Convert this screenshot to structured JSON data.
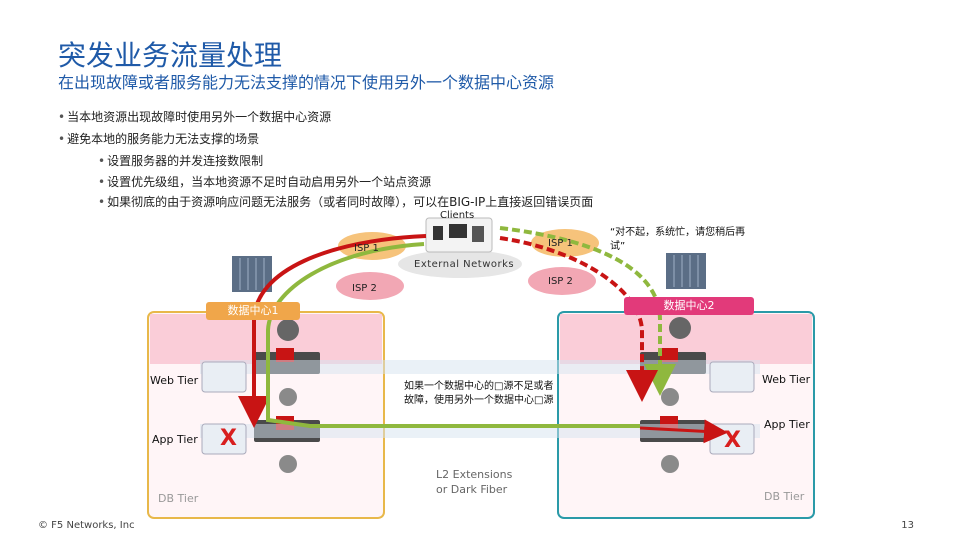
{
  "slide": {
    "title": "突发业务流量处理",
    "subtitle": "在出现故障或者服务能力无法支撑的情况下使用另外一个数据中心资源"
  },
  "bullets": [
    {
      "text": "当本地资源出现故障时使用另外一个数据中心资源"
    },
    {
      "text": "避免本地的服务能力无法支撑的场景"
    },
    {
      "text": "设置服务器的并发连接数限制"
    },
    {
      "text": "设置优先级组，当本地资源不足时自动启用另外一个站点资源"
    },
    {
      "text": "如果彻底的由于资源响应问题无法服务（或者同时故障），可以在BIG-IP上直接返回错误页面"
    }
  ],
  "diagram": {
    "clients_label": "Clients",
    "error_message": "“对不起，系统忙，请您稍后再试”",
    "isp_left_1": "ISP 1",
    "isp_left_2": "ISP 2",
    "isp_right_1": "ISP 1",
    "isp_right_2": "ISP 2",
    "external_networks": "External Networks",
    "dc1_label": "数据中心1",
    "dc2_label": "数据中心2",
    "web_tier_left": "Web Tier",
    "app_tier_left": "App Tier",
    "db_tier_left": "DB Tier",
    "web_tier_right": "Web Tier",
    "app_tier_right": "App Tier",
    "db_tier_right": "DB Tier",
    "middle_note": "如果一个数据中心的□源不足或者故障，使用另外一个数据中心□源",
    "l2_extensions_line1": "L2 Extensions",
    "l2_extensions_line2": "or Dark Fiber",
    "fail_mark": "X",
    "colors": {
      "title_blue": "#1f5aa8",
      "dc1_border": "#e8b84a",
      "dc2_border": "#2a9aa8",
      "dc_fill": "#f9c3cf",
      "arrow_red": "#c81414",
      "arrow_green": "#8fb83e",
      "isp_pink": "#f2a7b4",
      "isp_orange": "#f6c37b"
    }
  },
  "footer": {
    "copyright": "© F5 Networks, Inc",
    "page": "13"
  }
}
